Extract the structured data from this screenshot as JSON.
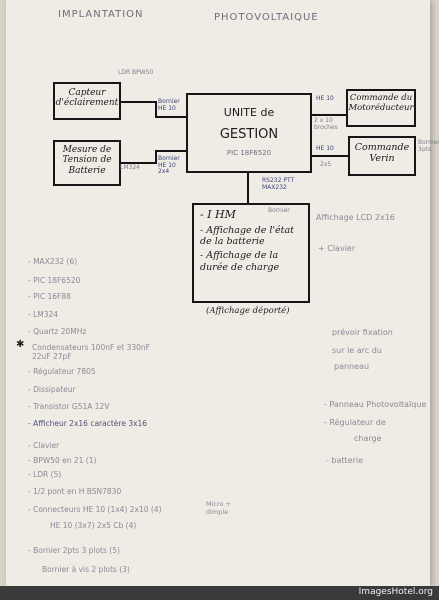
{
  "header": {
    "left": "IMPLANTATION",
    "right": "PHOTOVOLTAIQUE"
  },
  "blocks": {
    "capteur": "Capteur d'éclairement",
    "mesure": "Mesure de Tension de Batterie",
    "unite_line1": "UNITE de",
    "unite_line2": "GESTION",
    "unite_sub": "PIC 18F6520",
    "motoreducteur": "Commande du Motoréducteur",
    "verin": "Commande Verin",
    "ihm_title": "- I HM",
    "ihm_items": [
      "- Affichage de l'état de la batterie",
      "- Affichage de la durée de charge"
    ],
    "ihm_caption": "(Affichage déporté)"
  },
  "connectors": {
    "capteur_top": "LDR BPW50",
    "capteur_unite": "Bornier HE 10",
    "mesure_left": "LM324",
    "mesure_unite": "Bornier HE 10 2x4",
    "unite_moto": "HE 10",
    "moto_side": "2 x 10 broches",
    "unite_verin": "HE 10",
    "verin_side": "2x5",
    "verin_right": "Bornier 3pts",
    "unite_ihm": "RS232 PTT MAX232",
    "ihm_top": "Bornier",
    "ihm_right1": "Affichage LCD 2x16",
    "ihm_right2": "+ Clavier"
  },
  "components": [
    "- MAX232 (6)",
    "- PIC 18F6520",
    "- PIC 16F88",
    "- LM324",
    "- Quartz 20MHz",
    "Condensateurs 100nF et 330nF 22uF 27pF",
    "- Régulateur 7805",
    "- Dissipateur",
    "- Transistor G51A 12V",
    "- Afficheur 2x16 caractère 3x16",
    "- Clavier",
    "- BPW50 en 21 (1)",
    "- LDR (5)",
    "- 1/2 pont en H BSN7830",
    "- Connecteurs HE 10 (1x4) 2x10 (4)",
    "HE 10 (3x7) 2x5 Cb (4)",
    "- Bornier 2pts 3 plots (5)",
    "Bornier à vis 2 plots (3)"
  ],
  "side_note_micro": "Micro + dimple",
  "right_notes": [
    "prévoir fixation",
    "sur le arc du",
    "panneau",
    "- Panneau Photovoltaïque",
    "- Régulateur de",
    "charge",
    "- batterie"
  ],
  "watermark": "ImagesHotel.org"
}
